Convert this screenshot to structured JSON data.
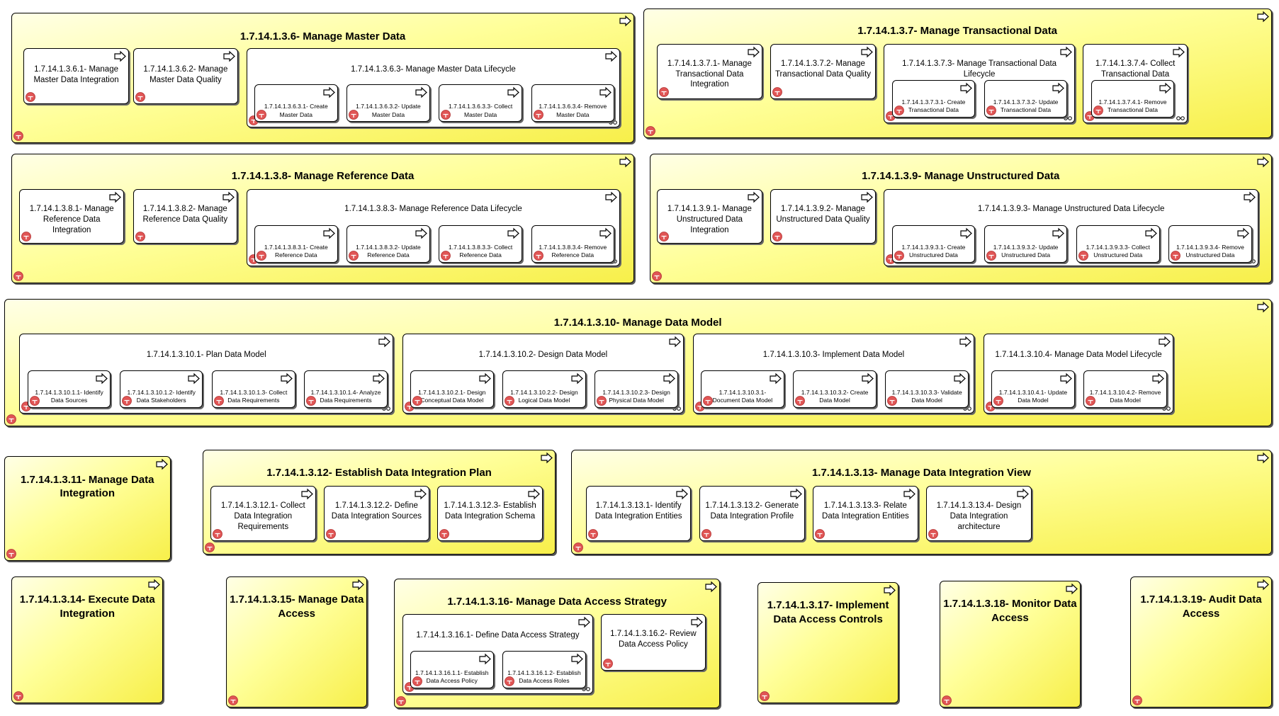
{
  "diagram": {
    "icons": {
      "process": "process-arrow-icon",
      "badge": "tm-badge-icon",
      "link": "link-icon"
    },
    "colors": {
      "group_fill": "#ffff99",
      "badge_fill": "#e05555",
      "border": "#000000"
    },
    "groups": [
      {
        "id": "g6",
        "title": "1.7.14.1.3.6- Manage Master Data",
        "children": [
          {
            "id": "g6a",
            "title": "1.7.14.1.3.6.1- Manage Master Data Integration"
          },
          {
            "id": "g6b",
            "title": "1.7.14.1.3.6.2- Manage Master Data Quality"
          },
          {
            "id": "g6c",
            "title": "1.7.14.1.3.6.3- Manage Master Data Lifecycle",
            "children": [
              {
                "id": "g6c1",
                "title": "1.7.14.1.3.6.3.1- Create Master Data"
              },
              {
                "id": "g6c2",
                "title": "1.7.14.1.3.6.3.2- Update Master Data"
              },
              {
                "id": "g6c3",
                "title": "1.7.14.1.3.6.3.3- Collect Master Data"
              },
              {
                "id": "g6c4",
                "title": "1.7.14.1.3.6.3.4- Remove Master Data"
              }
            ]
          }
        ]
      },
      {
        "id": "g7",
        "title": "1.7.14.1.3.7- Manage Transactional Data",
        "children": [
          {
            "id": "g7a",
            "title": "1.7.14.1.3.7.1- Manage Transactional Data Integration"
          },
          {
            "id": "g7b",
            "title": "1.7.14.1.3.7.2- Manage Transactional Data Quality"
          },
          {
            "id": "g7c",
            "title": "1.7.14.1.3.7.3- Manage Transactional Data Lifecycle",
            "children": [
              {
                "id": "g7c1",
                "title": "1.7.14.1.3.7.3.1- Create Transactional Data"
              },
              {
                "id": "g7c2",
                "title": "1.7.14.1.3.7.3.2- Update Transactional Data"
              }
            ]
          },
          {
            "id": "g7d",
            "title": "1.7.14.1.3.7.4- Collect Transactional Data",
            "children": [
              {
                "id": "g7d1",
                "title": "1.7.14.1.3.7.4.1- Remove Transactional Data"
              }
            ]
          }
        ]
      },
      {
        "id": "g8",
        "title": "1.7.14.1.3.8- Manage Reference Data",
        "children": [
          {
            "id": "g8a",
            "title": "1.7.14.1.3.8.1- Manage Reference Data Integration"
          },
          {
            "id": "g8b",
            "title": "1.7.14.1.3.8.2- Manage Reference Data Quality"
          },
          {
            "id": "g8c",
            "title": "1.7.14.1.3.8.3- Manage Reference Data Lifecycle",
            "children": [
              {
                "id": "g8c1",
                "title": "1.7.14.1.3.8.3.1- Create Reference Data"
              },
              {
                "id": "g8c2",
                "title": "1.7.14.1.3.8.3.2- Update Reference Data"
              },
              {
                "id": "g8c3",
                "title": "1.7.14.1.3.8.3.3- Collect Reference Data"
              },
              {
                "id": "g8c4",
                "title": "1.7.14.1.3.8.3.4- Remove Reference Data"
              }
            ]
          }
        ]
      },
      {
        "id": "g9",
        "title": "1.7.14.1.3.9- Manage Unstructured Data",
        "children": [
          {
            "id": "g9a",
            "title": "1.7.14.1.3.9.1- Manage Unstructured Data Integration"
          },
          {
            "id": "g9b",
            "title": "1.7.14.1.3.9.2- Manage Unstructured Data Quality"
          },
          {
            "id": "g9c",
            "title": "1.7.14.1.3.9.3- Manage Unstructured Data Lifecycle",
            "children": [
              {
                "id": "g9c1",
                "title": "1.7.14.1.3.9.3.1- Create Unstructured Data"
              },
              {
                "id": "g9c2",
                "title": "1.7.14.1.3.9.3.2- Update Unstructured Data"
              },
              {
                "id": "g9c3",
                "title": "1.7.14.1.3.9.3.3- Collect Unstructured Data"
              },
              {
                "id": "g9c4",
                "title": "1.7.14.1.3.9.3.4- Remove Unstructured Data"
              }
            ]
          }
        ]
      },
      {
        "id": "g10",
        "title": "1.7.14.1.3.10- Manage Data Model",
        "children": [
          {
            "id": "g10a",
            "title": "1.7.14.1.3.10.1- Plan Data Model",
            "children": [
              {
                "id": "g10a1",
                "title": "1.7.14.1.3.10.1.1- Identify Data Sources"
              },
              {
                "id": "g10a2",
                "title": "1.7.14.1.3.10.1.2- Identify Data Stakeholders"
              },
              {
                "id": "g10a3",
                "title": "1.7.14.1.3.10.1.3- Collect Data Requirements"
              },
              {
                "id": "g10a4",
                "title": "1.7.14.1.3.10.1.4- Analyze Data Requirements"
              }
            ]
          },
          {
            "id": "g10b",
            "title": "1.7.14.1.3.10.2- Design Data Model",
            "children": [
              {
                "id": "g10b1",
                "title": "1.7.14.1.3.10.2.1- Design Conceptual Data Model"
              },
              {
                "id": "g10b2",
                "title": "1.7.14.1.3.10.2.2- Design Logical Data Model"
              },
              {
                "id": "g10b3",
                "title": "1.7.14.1.3.10.2.3- Design Physical Data Model"
              }
            ]
          },
          {
            "id": "g10c",
            "title": "1.7.14.1.3.10.3- Implement Data Model",
            "children": [
              {
                "id": "g10c1",
                "title": "1.7.14.1.3.10.3.1- Document Data Model"
              },
              {
                "id": "g10c2",
                "title": "1.7.14.1.3.10.3.2- Create Data Model"
              },
              {
                "id": "g10c3",
                "title": "1.7.14.1.3.10.3.3- Validate Data Model"
              }
            ]
          },
          {
            "id": "g10d",
            "title": "1.7.14.1.3.10.4- Manage Data Model Lifecycle",
            "children": [
              {
                "id": "g10d1",
                "title": "1.7.14.1.3.10.4.1- Update Data Model"
              },
              {
                "id": "g10d2",
                "title": "1.7.14.1.3.10.4.2- Remove Data Model"
              }
            ]
          }
        ]
      },
      {
        "id": "g11",
        "title": "1.7.14.1.3.11- Manage Data Integration"
      },
      {
        "id": "g12",
        "title": "1.7.14.1.3.12- Establish Data Integration Plan",
        "children": [
          {
            "id": "g12a",
            "title": "1.7.14.1.3.12.1- Collect Data Integration Requirements"
          },
          {
            "id": "g12b",
            "title": "1.7.14.1.3.12.2- Define Data Integration Sources"
          },
          {
            "id": "g12c",
            "title": "1.7.14.1.3.12.3- Establish Data Integration Schema"
          }
        ]
      },
      {
        "id": "g13",
        "title": "1.7.14.1.3.13- Manage Data Integration View",
        "children": [
          {
            "id": "g13a",
            "title": "1.7.14.1.3.13.1- Identify Data Integration Entities"
          },
          {
            "id": "g13b",
            "title": "1.7.14.1.3.13.2- Generate Data Integration Profile"
          },
          {
            "id": "g13c",
            "title": "1.7.14.1.3.13.3- Relate Data Integration Entities"
          },
          {
            "id": "g13d",
            "title": "1.7.14.1.3.13.4- Design Data Integration architecture"
          }
        ]
      },
      {
        "id": "g14",
        "title": "1.7.14.1.3.14- Execute Data Integration"
      },
      {
        "id": "g15",
        "title": "1.7.14.1.3.15- Manage Data Access"
      },
      {
        "id": "g16",
        "title": "1.7.14.1.3.16- Manage Data Access Strategy",
        "children": [
          {
            "id": "g16a",
            "title": "1.7.14.1.3.16.1- Define Data Access Strategy",
            "children": [
              {
                "id": "g16a1",
                "title": "1.7.14.1.3.16.1.1- Establish Data Access Policy"
              },
              {
                "id": "g16a2",
                "title": "1.7.14.1.3.16.1.2- Establish Data Access Roles"
              }
            ]
          },
          {
            "id": "g16b",
            "title": "1.7.14.1.3.16.2- Review Data Access Policy"
          }
        ]
      },
      {
        "id": "g17",
        "title": "1.7.14.1.3.17- Implement Data Access Controls"
      },
      {
        "id": "g18",
        "title": "1.7.14.1.3.18- Monitor Data Access"
      },
      {
        "id": "g19",
        "title": "1.7.14.1.3.19- Audit Data Access"
      }
    ]
  }
}
